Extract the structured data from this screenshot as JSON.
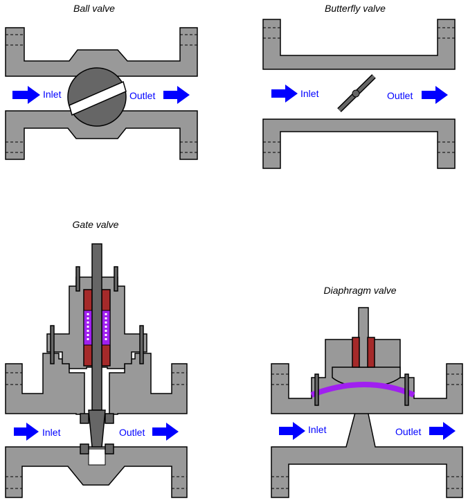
{
  "ball_valve": {
    "title": "Ball valve",
    "inlet": "Inlet",
    "outlet": "Outlet"
  },
  "butterfly_valve": {
    "title": "Butterfly valve",
    "inlet": "Inlet",
    "outlet": "Outlet"
  },
  "gate_valve": {
    "title": "Gate valve",
    "inlet": "Inlet",
    "outlet": "Outlet"
  },
  "diaphragm_valve": {
    "title": "Diaphragm valve",
    "inlet": "Inlet",
    "outlet": "Outlet"
  },
  "colors": {
    "body": "#999999",
    "arrow": "#0000ff",
    "packing": "#a52a2a",
    "diaphragm": "#a020f0"
  }
}
